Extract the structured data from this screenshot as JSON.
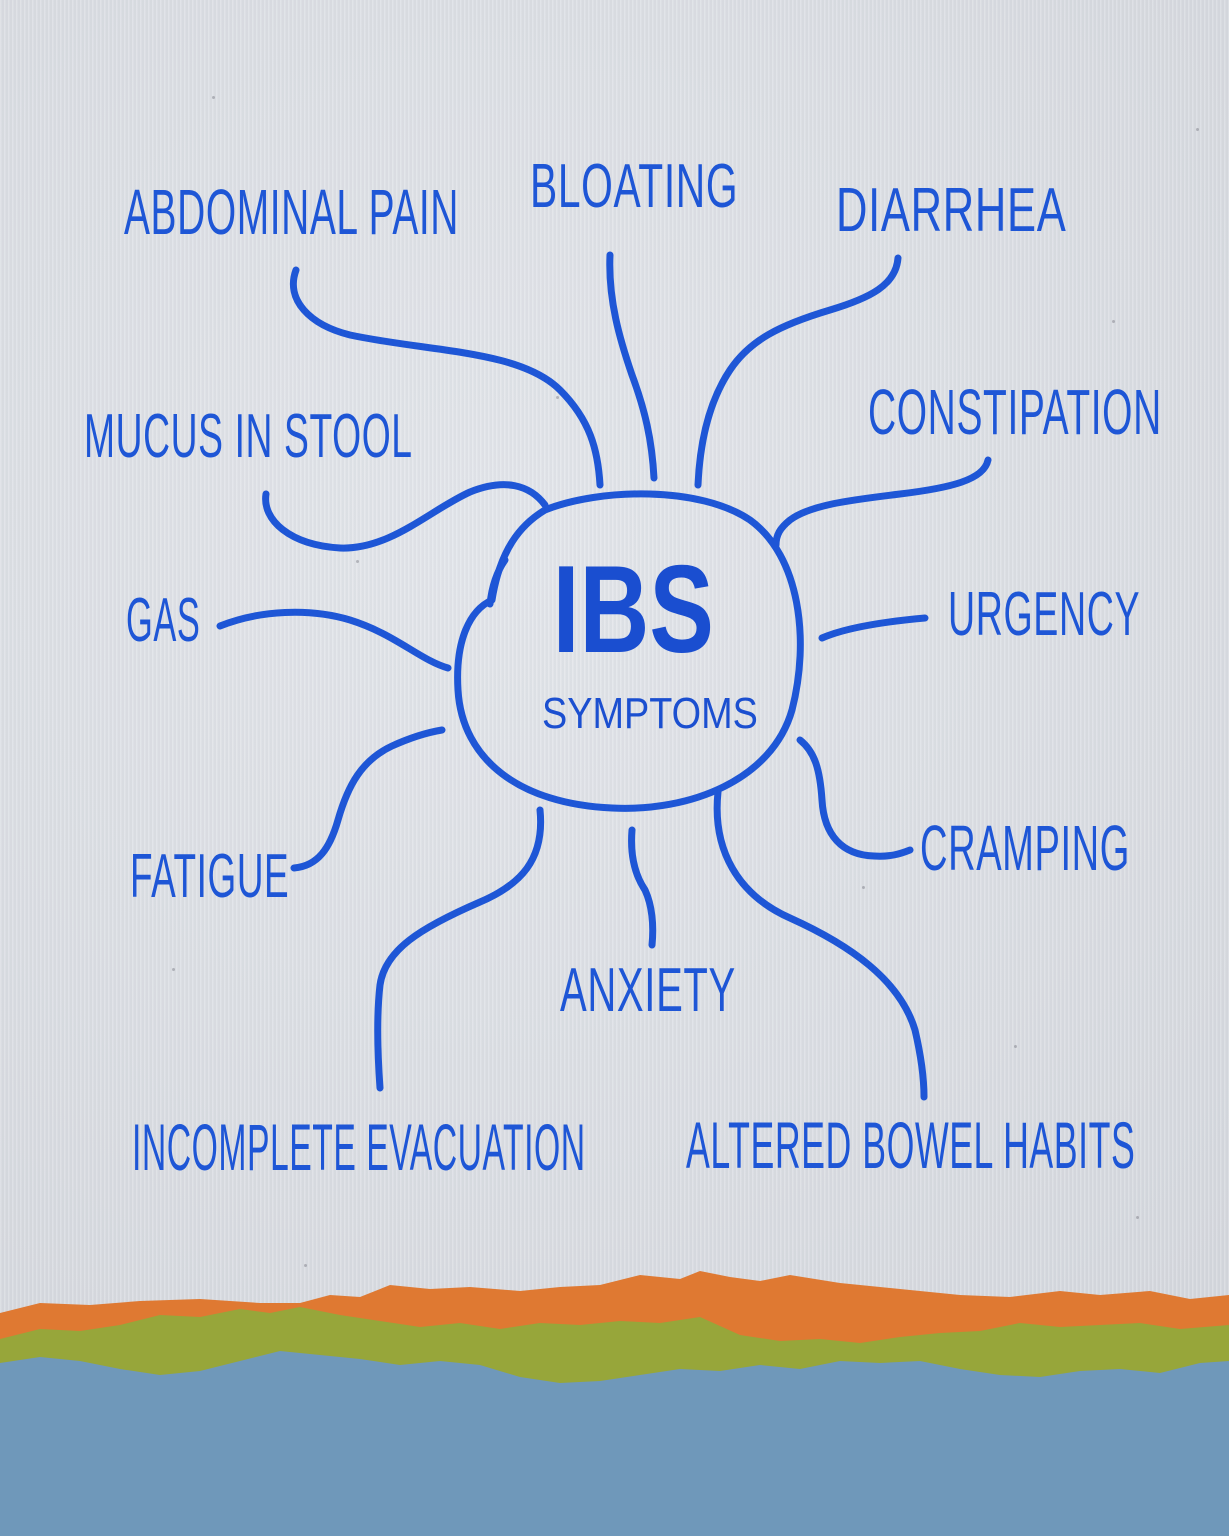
{
  "center": {
    "title": "IBS",
    "subtitle": "SYMPTOMS"
  },
  "symptoms": {
    "abdominal_pain": "ABDOMINAL PAIN",
    "bloating": "BLOATING",
    "diarrhea": "DIARRHEA",
    "mucus_in_stool": "MUCUS IN STOOL",
    "constipation": "CONSTIPATION",
    "gas": "GAS",
    "urgency": "URGENCY",
    "fatigue": "FATIGUE",
    "cramping": "CRAMPING",
    "anxiety": "ANXIETY",
    "incomplete_evacuation": "INCOMPLETE EVACUATION",
    "altered_bowel_habits": "ALTERED BOWEL HABITS"
  },
  "colors": {
    "ink": "#1e56d6",
    "paper": "#dadde3",
    "orange_paper": "#e07a33",
    "green_paper": "#9aa83a",
    "blue_paper": "#6e97b9"
  }
}
